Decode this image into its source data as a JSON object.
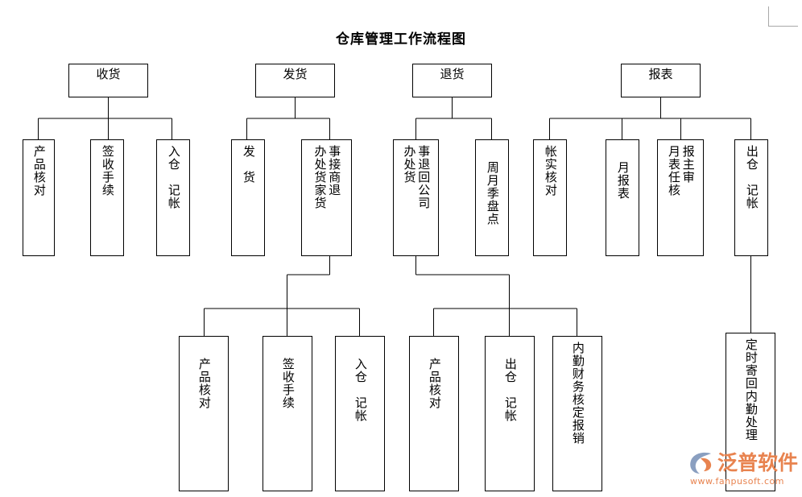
{
  "title": "仓库管理工作流程图",
  "watermark": {
    "brand": "泛普软件",
    "url": "www.fanpusoft.com",
    "logo_icon": "circular-swoosh-logo-icon",
    "brand_color": "#e8834f",
    "logo_blue": "#8a9fc0"
  },
  "colors": {
    "line": "#000000",
    "box_border": "#000000",
    "background": "#ffffff",
    "corner_guide": "#a8a8a8"
  },
  "chart_data": {
    "type": "diagram",
    "title": "仓库管理工作流程图",
    "orientation": "top-down-tree",
    "branches": [
      {
        "root": "收货",
        "children": [
          "产品核对",
          "签收手续",
          "入仓　记帐"
        ]
      },
      {
        "root": "发货",
        "children": [
          "发　货",
          "接商家退货事办处货"
        ],
        "sub_of_child_2": [
          "产品核对",
          "签收手续",
          "入仓　记帐"
        ]
      },
      {
        "root": "退货",
        "children": [
          "事退回公司办处货",
          "周月季盘点"
        ],
        "sub_of_child_1": [
          "产品核对",
          "出仓　记帐",
          "内勤财务核定报销"
        ]
      },
      {
        "root": "报表",
        "children": [
          "帐实核对",
          "月报表",
          "报主审月表任核",
          "出仓　记帐"
        ],
        "sub_of_child_4": [
          "定时寄回内勤处理"
        ]
      }
    ]
  },
  "nodes": {
    "r1c1": {
      "label": "收货"
    },
    "r1c2": {
      "label": "发货"
    },
    "r1c3": {
      "label": "退货"
    },
    "r1c4": {
      "label": "报表"
    },
    "recv_a": {
      "label": "产品核对"
    },
    "recv_b": {
      "label": "签收手续"
    },
    "recv_c": {
      "label": "入仓　记帐"
    },
    "ship_a": {
      "label": "发　货"
    },
    "ship_b": {
      "col_right": "事接商退",
      "col_left": "办处货家货"
    },
    "ret_a": {
      "col_right": "事退回公司",
      "col_left": "办处货"
    },
    "ret_b": {
      "label": "周月季盘点"
    },
    "rep_a": {
      "label": "帐实核对"
    },
    "rep_b": {
      "label": "月报表"
    },
    "rep_c": {
      "col_right": "报主审",
      "col_left": "月表任核"
    },
    "rep_d": {
      "label": "出仓　记帐"
    },
    "ship_s1": {
      "label": "产品核对"
    },
    "ship_s2": {
      "label": "签收手续"
    },
    "ship_s3": {
      "label": "入仓　记帐"
    },
    "ret_s1": {
      "label": "产品核对"
    },
    "ret_s2": {
      "label": "出仓　记帐"
    },
    "ret_s3": {
      "label": "内勤财务核定报销"
    },
    "rep_s1": {
      "label": "定时寄回内勤处理"
    }
  }
}
